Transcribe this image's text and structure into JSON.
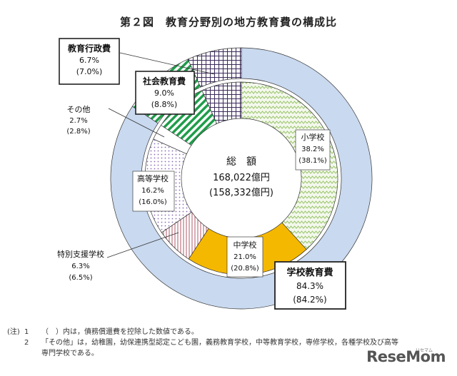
{
  "title": "第２図　教育分野別の地方教育費の構成比",
  "center": {
    "label": "総　額",
    "total": "168,022億円",
    "total_excl": "(158,332億円)"
  },
  "notes": {
    "lead": "(注)",
    "items": [
      {
        "num": "1",
        "text": "（　）内は，債務償還費を控除した数値である。"
      },
      {
        "num": "2",
        "text": "「その他」は，幼稚園，幼保連携型認定こども園，義務教育学校，中等教育学校，専修学校，各種学校及び高等"
      }
    ],
    "continuation": "専門学校である。"
  },
  "watermark": {
    "brand": "ReseMom",
    "sub": "リセマム"
  },
  "colors": {
    "school_education": "#c9d9ef",
    "elementary": "#8fbf5a",
    "junior_high": "#f5b800",
    "special_support": "#b05a6a",
    "high_school": "#8a6bb5",
    "other": "#ffffff",
    "social_education": "#1f9d4a",
    "administration": "#3b2a5a"
  },
  "chart_data": {
    "type": "pie",
    "title": "第２図　教育分野別の地方教育費の構成比",
    "outer_ring": [
      {
        "name": "学校教育費",
        "value": 84.3,
        "value_excl": 84.2,
        "label": "84.3%",
        "label_excl": "(84.2%)"
      },
      {
        "name": "社会教育費",
        "value": 9.0,
        "value_excl": 8.8,
        "label": "9.0%",
        "label_excl": "(8.8%)"
      },
      {
        "name": "教育行政費",
        "value": 6.7,
        "value_excl": 7.0,
        "label": "6.7%",
        "label_excl": "(7.0%)"
      }
    ],
    "inner_ring": [
      {
        "name": "小学校",
        "value": 38.2,
        "value_excl": 38.1,
        "label": "38.2%",
        "label_excl": "(38.1%)"
      },
      {
        "name": "中学校",
        "value": 21.0,
        "value_excl": 20.8,
        "label": "21.0%",
        "label_excl": "(20.8%)"
      },
      {
        "name": "特別支援学校",
        "value": 6.3,
        "value_excl": 6.5,
        "label": "6.3%",
        "label_excl": "(6.5%)"
      },
      {
        "name": "高等学校",
        "value": 16.2,
        "value_excl": 16.0,
        "label": "16.2%",
        "label_excl": "(16.0%)"
      },
      {
        "name": "その他",
        "value": 2.7,
        "value_excl": 2.8,
        "label": "2.7%",
        "label_excl": "(2.8%)"
      }
    ]
  }
}
